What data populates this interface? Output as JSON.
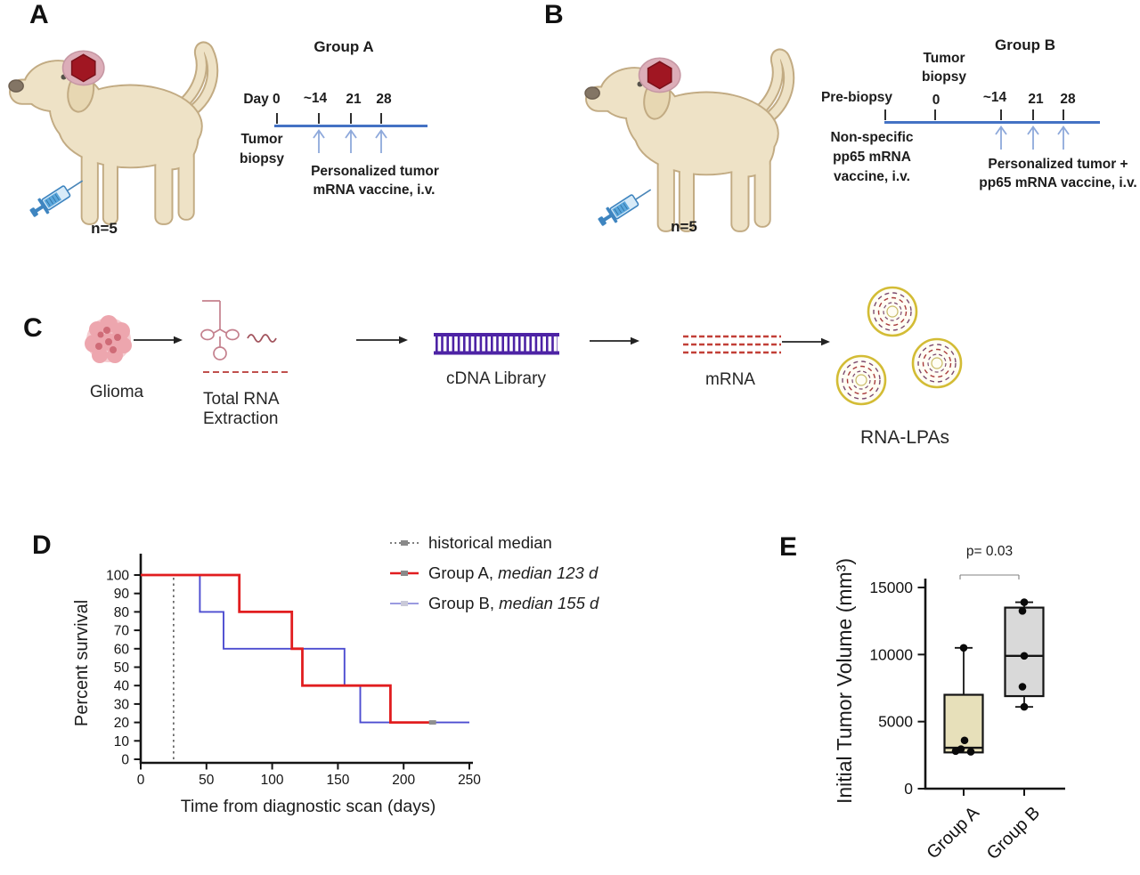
{
  "panel_a": {
    "label": "A",
    "title": "Group A",
    "n": "n=5",
    "day0": "Day 0",
    "t14": "~14",
    "t21": "21",
    "t28": "28",
    "biopsy1": "Tumor",
    "biopsy2": "biopsy",
    "tx1": "Personalized tumor",
    "tx2": "mRNA vaccine, i.v."
  },
  "panel_b": {
    "label": "B",
    "title": "Group B",
    "n": "n=5",
    "prebiopsy": "Pre-biopsy",
    "t0": "0",
    "t14": "~14",
    "t21": "21",
    "t28": "28",
    "biopsy1": "Tumor",
    "biopsy2": "biopsy",
    "nonspec1": "Non-specific",
    "nonspec2": "pp65 mRNA",
    "nonspec3": "vaccine, i.v.",
    "tx1": "Personalized tumor +",
    "tx2": "pp65 mRNA vaccine, i.v."
  },
  "panel_c": {
    "label": "C",
    "glioma": "Glioma",
    "rna_line1": "Total RNA",
    "rna_line2": "Extraction",
    "cdna": "cDNA Library",
    "mrna": "mRNA",
    "lpa": "RNA-LPAs"
  },
  "panel_d": {
    "label": "D",
    "legend": [
      {
        "name": "historical median",
        "median": ""
      },
      {
        "name": "Group A,",
        "median": " median 123 d"
      },
      {
        "name": "Group B,",
        "median": " median 155 d"
      }
    ]
  },
  "panel_e": {
    "label": "E",
    "p_label": "p= 0.03"
  },
  "chart_data": {
    "survival": {
      "type": "line",
      "xlabel": "Time from diagnostic scan (days)",
      "ylabel": "Percent survival",
      "xlim": [
        0,
        250
      ],
      "ylim": [
        0,
        100
      ],
      "xticks": [
        0,
        50,
        100,
        150,
        200,
        250
      ],
      "yticks": [
        0,
        10,
        20,
        30,
        40,
        50,
        60,
        70,
        80,
        90,
        100
      ],
      "legend_position": "top-right",
      "historical_median_day": 25,
      "censor_mark": {
        "day": 222,
        "percent": 20
      },
      "series": [
        {
          "name": "Group A, median 123 d",
          "color": "#e11d1f",
          "points": [
            [
              0,
              100
            ],
            [
              75,
              100
            ],
            [
              75,
              80
            ],
            [
              115,
              80
            ],
            [
              115,
              60
            ],
            [
              123,
              60
            ],
            [
              123,
              40
            ],
            [
              190,
              40
            ],
            [
              190,
              20
            ],
            [
              222,
              20
            ]
          ]
        },
        {
          "name": "Group B, median 155 d",
          "color": "#4c4cd0",
          "points": [
            [
              0,
              100
            ],
            [
              45,
              100
            ],
            [
              45,
              80
            ],
            [
              63,
              80
            ],
            [
              63,
              60
            ],
            [
              155,
              60
            ],
            [
              155,
              40
            ],
            [
              167,
              40
            ],
            [
              167,
              20
            ],
            [
              250,
              20
            ]
          ]
        }
      ]
    },
    "boxplot": {
      "type": "box",
      "ylabel": "Initial Tumor Volume (mm³)",
      "ylim": [
        0,
        15000
      ],
      "yticks": [
        0,
        5000,
        10000,
        15000
      ],
      "significance": {
        "label": "p= 0.03",
        "groups": [
          "Group A",
          "Group B"
        ]
      },
      "groups": [
        {
          "label": "Group A",
          "fill": "#e7e0ba",
          "q1": 2700,
          "median": 3050,
          "q3": 7000,
          "whisker_low": 2700,
          "whisker_high": 10500,
          "points": [
            [
              10500,
              0
            ],
            [
              3600,
              1
            ],
            [
              2950,
              -3
            ],
            [
              2800,
              -9
            ],
            [
              2750,
              8
            ]
          ]
        },
        {
          "label": "Group B",
          "fill": "#d9d9d9",
          "q1": 6900,
          "median": 9900,
          "q3": 13500,
          "whisker_low": 6100,
          "whisker_high": 13900,
          "points": [
            [
              13900,
              0
            ],
            [
              13250,
              -2
            ],
            [
              9900,
              0
            ],
            [
              7600,
              -2
            ],
            [
              6100,
              0
            ]
          ]
        }
      ]
    }
  }
}
